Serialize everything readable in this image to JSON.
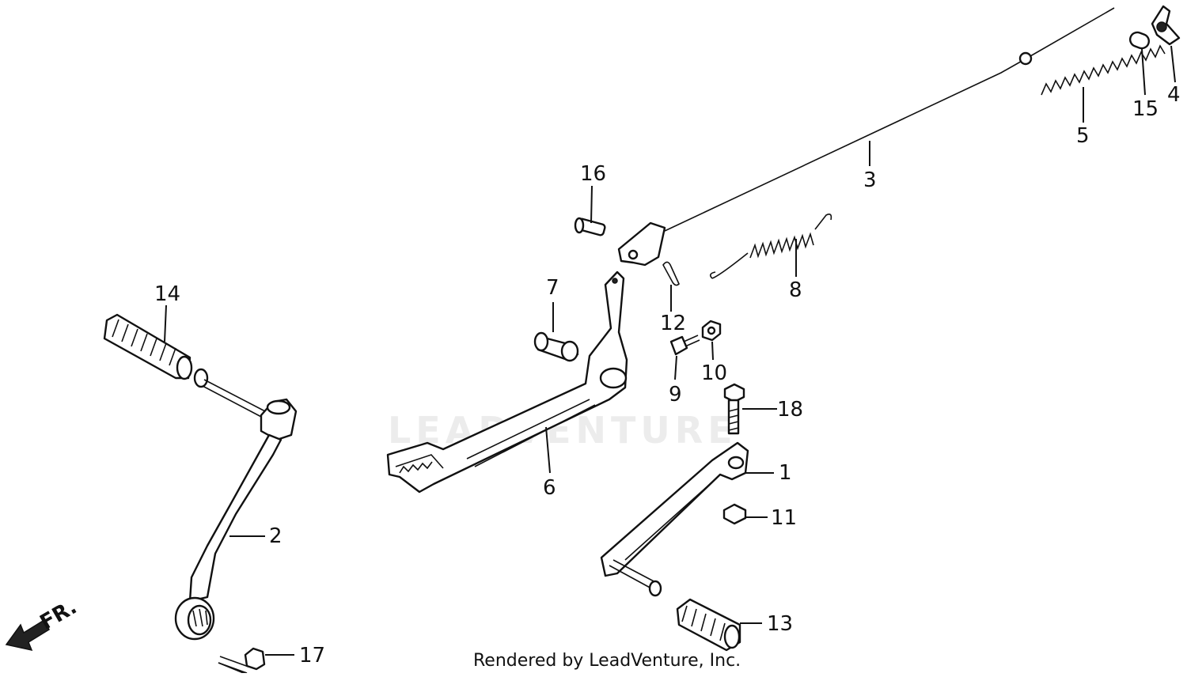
{
  "diagram": {
    "credit": "Rendered by LeadVenture, Inc.",
    "watermark": "LEADVENTURE",
    "front_marker": "FR.",
    "callouts": [
      "1",
      "2",
      "3",
      "4",
      "5",
      "6",
      "7",
      "8",
      "9",
      "10",
      "11",
      "12",
      "13",
      "14",
      "15",
      "16",
      "17",
      "18"
    ]
  }
}
